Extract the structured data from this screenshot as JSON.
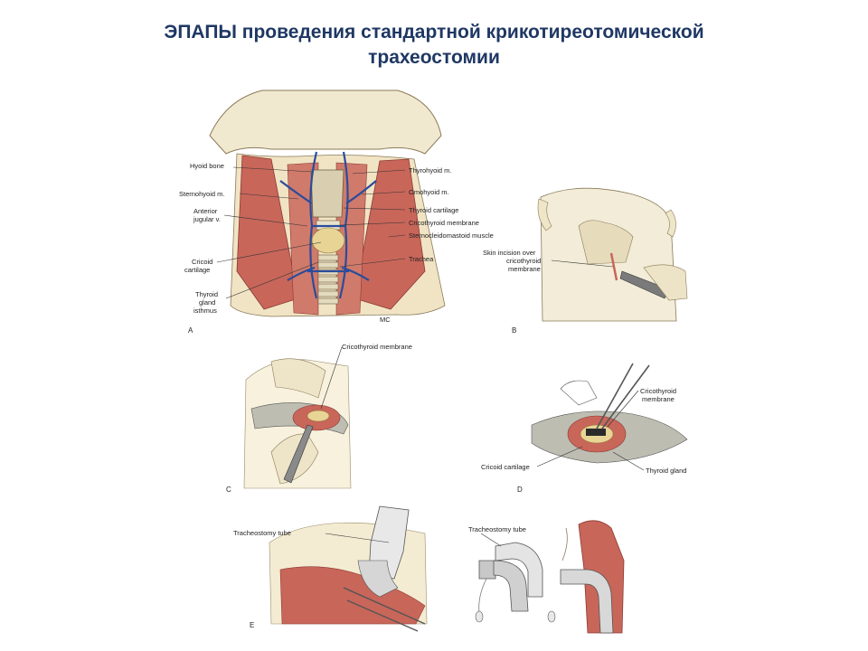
{
  "slide": {
    "title_line1": "ЭПАПЫ проведения стандартной крикотиреотомической",
    "title_line2": "трахеостомии"
  },
  "panels": {
    "a": {
      "letter": "A",
      "signature": "MC",
      "labels_left": [
        "Hyoid bone",
        "Sternohyoid m.",
        "Anterior",
        "jugular v.",
        "Cricoid",
        "cartilage",
        "Thyroid",
        "gland",
        "isthmus"
      ],
      "labels_right": [
        "Thyrohyoid m.",
        "Omohyoid m.",
        "Thyroid cartilage",
        "Cricothyroid membrane",
        "Sternocleidomastoid muscle",
        "Trachea"
      ]
    },
    "b": {
      "letter": "B",
      "labels": [
        "Skin incision over",
        "cricothyroid",
        "membrane"
      ]
    },
    "c": {
      "letter": "C",
      "labels": [
        "Cricothyroid membrane"
      ]
    },
    "d": {
      "letter": "D",
      "labels": [
        "Cricothyroid",
        "membrane",
        "Cricoid cartilage",
        "Thyroid gland"
      ]
    },
    "e": {
      "letter": "E",
      "labels": [
        "Tracheostomy tube",
        "Tracheostomy tube"
      ]
    }
  },
  "colors": {
    "title": "#1f3864",
    "muscle": "#c8665a",
    "vein": "#2b4c9a",
    "skin": "#efe6c8",
    "cartilage": "#e7d9a6"
  }
}
